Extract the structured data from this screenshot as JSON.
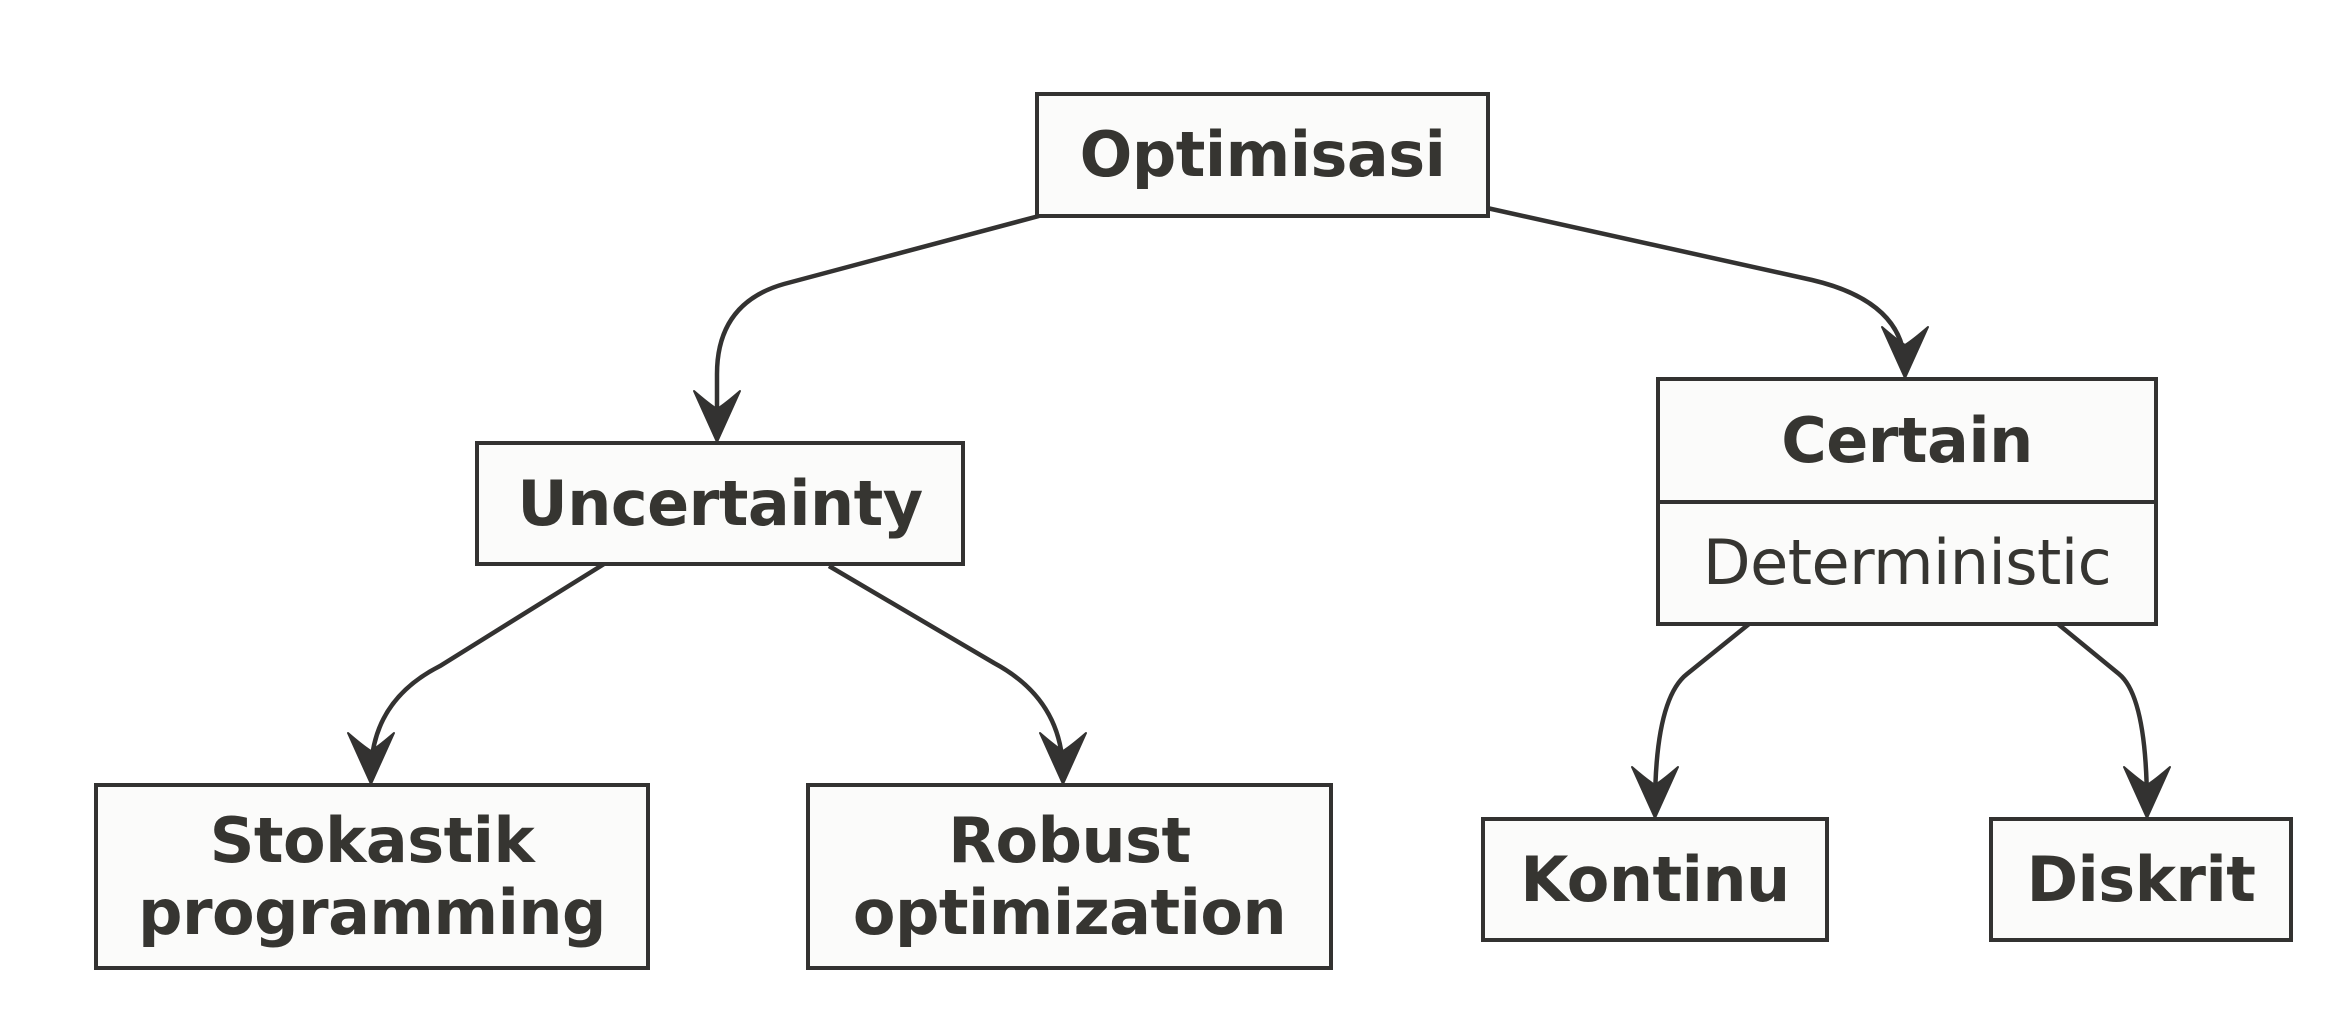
{
  "colors": {
    "background": "#ffffff",
    "line": "#333231",
    "box_fill": "#fbfbfa",
    "text": "#363531"
  },
  "nodes": {
    "optimisasi": {
      "label": "Optimisasi"
    },
    "uncertainty": {
      "label": "Uncertainty"
    },
    "certain": {
      "label": "Certain",
      "sublabel": "Deterministic"
    },
    "stokastik": {
      "line1": "Stokastik",
      "line2": "programming"
    },
    "robust": {
      "line1": "Robust",
      "line2": "optimization"
    },
    "kontinu": {
      "label": "Kontinu"
    },
    "diskrit": {
      "label": "Diskrit"
    }
  },
  "edges": [
    {
      "from": "Optimisasi",
      "to": "Uncertainty"
    },
    {
      "from": "Optimisasi",
      "to": "Certain"
    },
    {
      "from": "Uncertainty",
      "to": "Stokastik programming"
    },
    {
      "from": "Uncertainty",
      "to": "Robust optimization"
    },
    {
      "from": "Certain",
      "to": "Kontinu"
    },
    {
      "from": "Certain",
      "to": "Diskrit"
    }
  ]
}
